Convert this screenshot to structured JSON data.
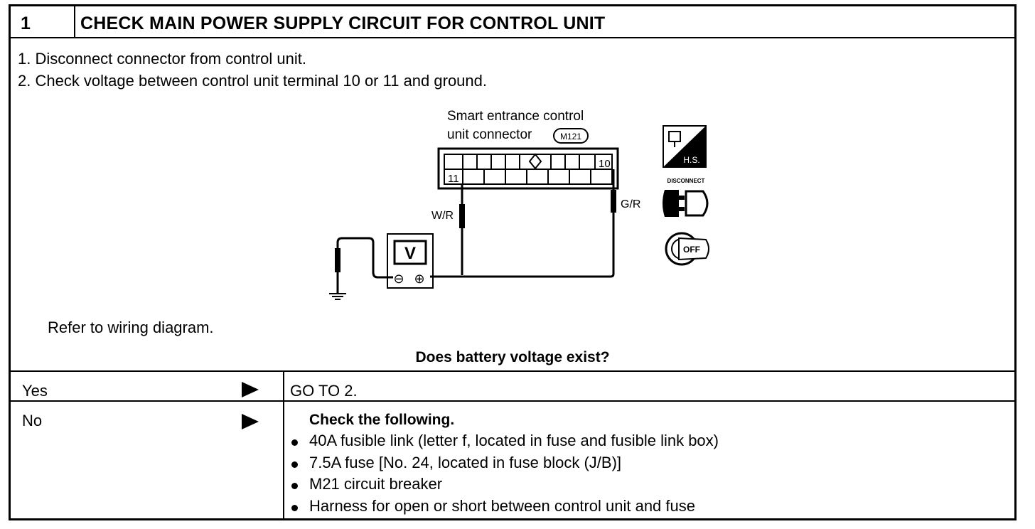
{
  "step": {
    "number": "1",
    "title": "CHECK MAIN POWER SUPPLY CIRCUIT FOR CONTROL UNIT"
  },
  "instructions": [
    "1.  Disconnect connector from control unit.",
    "2.  Check voltage between control unit terminal 10 or 11 and ground."
  ],
  "diagram": {
    "connector_label_line1": "Smart entrance control",
    "connector_label_line2": "unit connector",
    "connector_id": "M121",
    "terminal_left": "11",
    "terminal_right": "10",
    "wire_left": "W/R",
    "wire_right": "G/R",
    "meter_symbol": "V",
    "meter_minus": "⊖",
    "meter_plus": "⊕",
    "icon_hs_label": "H.S.",
    "icon_disconnect_label": "DISCONNECT",
    "icon_key_label": "OFF"
  },
  "reference": "Refer to wiring diagram.",
  "question": "Does battery voltage exist?",
  "answers": [
    {
      "label": "Yes",
      "action_title": "GO TO 2.",
      "items": []
    },
    {
      "label": "No",
      "action_title": "Check the following.",
      "items": [
        "40A fusible link (letter f, located in fuse and fusible link box)",
        "7.5A fuse [No. 24, located in fuse block (J/B)]",
        "M21 circuit breaker",
        "Harness for open or short between control unit and fuse"
      ]
    }
  ]
}
